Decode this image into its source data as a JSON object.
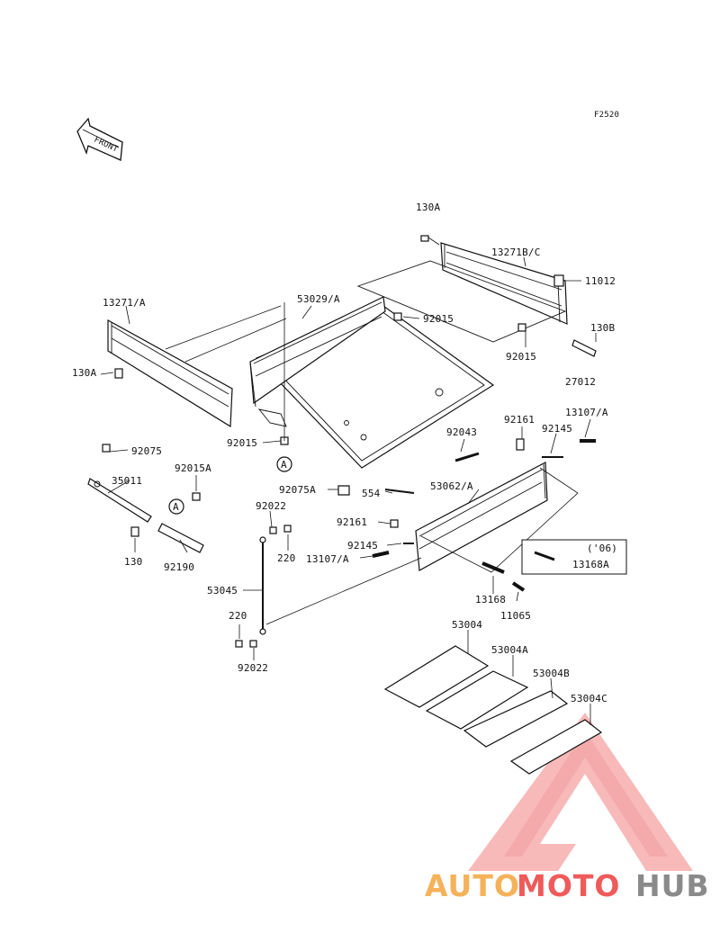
{
  "figure_code": "F2520",
  "front_label": "FRONT",
  "callouts": {
    "circle_a": "A"
  },
  "part_labels": {
    "p130A_top": "130A",
    "p13271BC": "13271B/C",
    "p11012": "11012",
    "p53029A": "53029/A",
    "p92015_top": "92015",
    "p13271A": "13271/A",
    "p92015_right": "92015",
    "p130B": "130B",
    "p130A_left": "130A",
    "p27012": "27012",
    "p92161_top": "92161",
    "p13107A_top": "13107/A",
    "p92145_top": "92145",
    "p92015_mid": "92015",
    "p92043": "92043",
    "p92075": "92075",
    "p92015A": "92015A",
    "p35011": "35011",
    "p92075A": "92075A",
    "p554": "554",
    "p53062A": "53062/A",
    "p92022_top": "92022",
    "p92161_mid": "92161",
    "p130": "130",
    "p220_top": "220",
    "p92190": "92190",
    "p92145_mid": "92145",
    "p13107A_mid": "13107/A",
    "p53045": "53045",
    "p13168": "13168",
    "p11065": "11065",
    "p220_bot": "220",
    "p92022_bot": "92022",
    "p53004": "53004",
    "p53004A": "53004A",
    "p53004B": "53004B",
    "p53004C": "53004C"
  },
  "inset": {
    "year": "('06)",
    "part": "13168A"
  },
  "watermark": {
    "auto": "AUTO",
    "moto": "MOTO",
    "hub": "HUB",
    "colors": {
      "orange": "#f5b25a",
      "red": "#ef5a5a",
      "gray": "#8a8a8a"
    }
  }
}
